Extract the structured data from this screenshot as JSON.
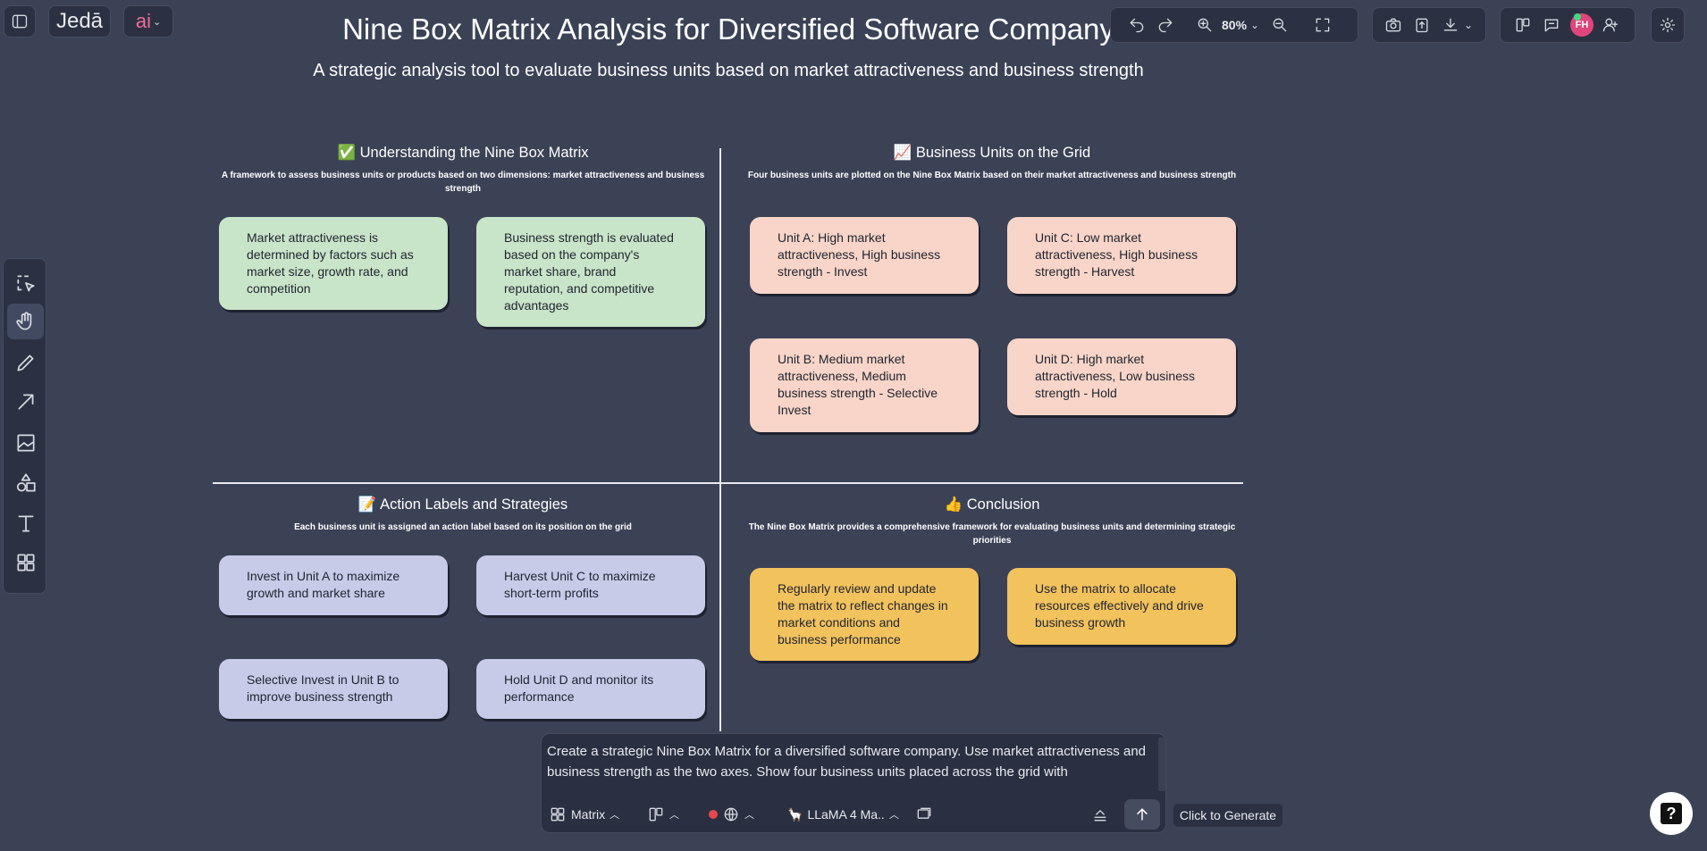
{
  "app": {
    "logo": "Jedā",
    "ai_label": "ai",
    "zoom": "80%",
    "avatar_initials": "FH"
  },
  "page": {
    "title": "Nine Box Matrix Analysis for Diversified Software Company",
    "subtitle": "A strategic analysis tool to evaluate business units based on market attractiveness and business strength"
  },
  "quadrants": [
    {
      "heading": "✅ Understanding the Nine Box Matrix",
      "description": "A framework to assess business units or products based on two dimensions: market attractiveness and business strength",
      "cards": [
        "Market attractiveness is determined by factors such as market size, growth rate, and competition",
        "Business strength is evaluated based on the company's market share, brand reputation, and competitive advantages"
      ]
    },
    {
      "heading": "📈 Business Units on the Grid",
      "description": "Four business units are plotted on the Nine Box Matrix based on their market attractiveness and business strength",
      "cards": [
        "Unit A: High market attractiveness, High business strength - Invest",
        "Unit C: Low market attractiveness, High business strength - Harvest",
        "Unit B: Medium market attractiveness, Medium business strength - Selective Invest",
        "Unit D: High market attractiveness, Low business strength - Hold"
      ]
    },
    {
      "heading": "📝 Action Labels and Strategies",
      "description": "Each business unit is assigned an action label based on its position on the grid",
      "cards": [
        "Invest in Unit A to maximize growth and market share",
        "Harvest Unit C to maximize short-term profits",
        "Selective Invest in Unit B to improve business strength",
        "Hold Unit D and monitor its performance"
      ]
    },
    {
      "heading": "👍 Conclusion",
      "description": "The Nine Box Matrix provides a comprehensive framework for evaluating business units and determining strategic priorities",
      "cards": [
        "Regularly review and update the matrix to reflect changes in market conditions and business performance",
        "Use the matrix to allocate resources effectively and drive business growth"
      ]
    }
  ],
  "prompt": {
    "text": "Create a strategic Nine Box Matrix for a diversified software company. Use market attractiveness and business strength as the two axes. Show four business units placed across the grid with",
    "template_label": "Matrix",
    "model_label": "LLaMA 4 Ma..",
    "generate_tooltip": "Click to Generate"
  },
  "colors": {
    "background": "#3b4256",
    "green_card": "#c9e5c9",
    "peach_card": "#f8d5c8",
    "lavender_card": "#c7cbe8",
    "gold_card": "#f2c25d",
    "avatar": "#e0457b"
  }
}
